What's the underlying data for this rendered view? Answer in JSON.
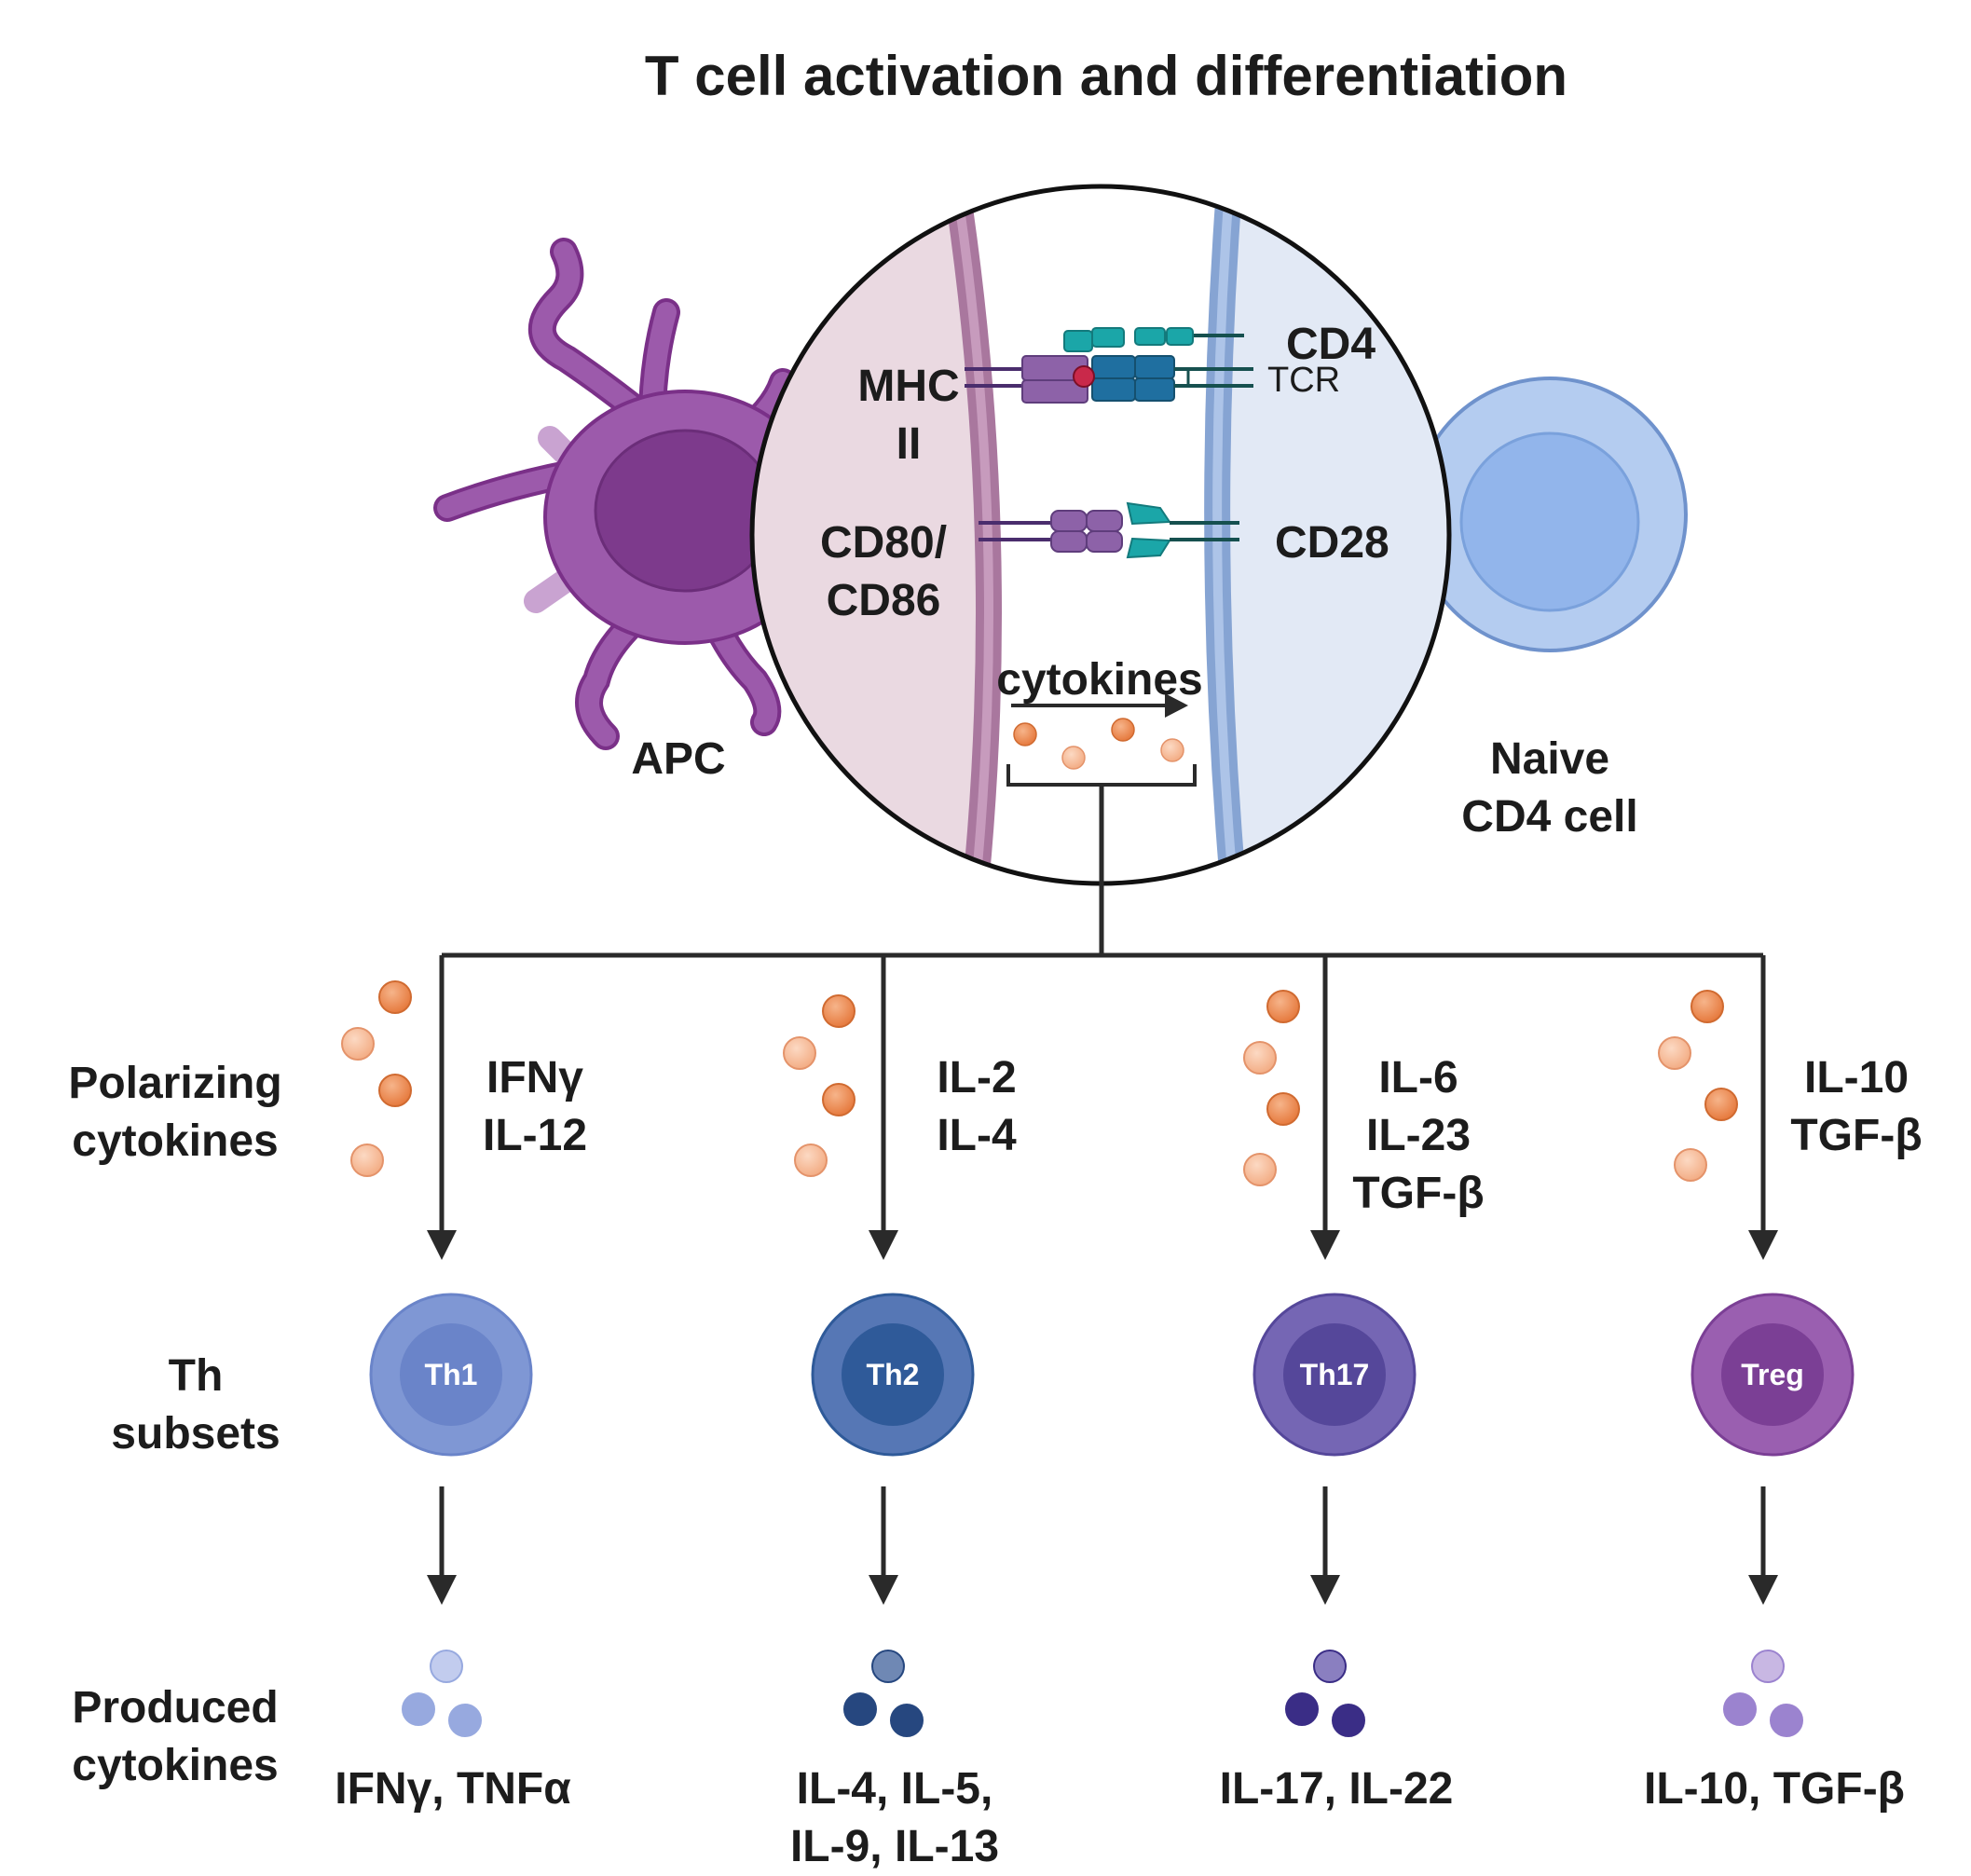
{
  "title": "T cell activation and differentiation",
  "synapse": {
    "mhc_line1": "MHC",
    "mhc_line2": "II",
    "cd80_line1": "CD80/",
    "cd80_line2": "CD86",
    "cd4": "CD4",
    "tcr": "TCR",
    "cd28": "CD28",
    "cytokines": "cytokines"
  },
  "apc_label": "APC",
  "naive_line1": "Naive",
  "naive_line2": "CD4 cell",
  "row_labels": {
    "polarizing_1": "Polarizing",
    "polarizing_2": "cytokines",
    "subsets_1": "Th",
    "subsets_2": "subsets",
    "produced_1": "Produced",
    "produced_2": "cytokines"
  },
  "subsets": [
    {
      "name": "Th1",
      "polarizing": [
        "IFNγ",
        "IL-12"
      ],
      "produced": [
        "IFNγ, TNFα"
      ],
      "outer": "#7f97d4",
      "inner": "#6a84c9",
      "dot_top": "#c2ccee",
      "dot": "#97a9df"
    },
    {
      "name": "Th2",
      "polarizing": [
        "IL-2",
        "IL-4"
      ],
      "produced": [
        "IL-4, IL-5,",
        "IL-9, IL-13"
      ],
      "outer": "#5677b5",
      "inner": "#2f5a99",
      "dot_top": "#6f88b4",
      "dot": "#26477f"
    },
    {
      "name": "Th17",
      "polarizing": [
        "IL-6",
        "IL-23",
        "TGF-β"
      ],
      "produced": [
        "IL-17, IL-22"
      ],
      "outer": "#7566b4",
      "inner": "#55479a",
      "dot_top": "#8a7fc0",
      "dot": "#3a2d86"
    },
    {
      "name": "Treg",
      "polarizing": [
        "IL-10",
        "TGF-β"
      ],
      "produced": [
        "IL-10, TGF-β"
      ],
      "outer": "#9a5fb0",
      "inner": "#7b3f95",
      "dot_top": "#c8b7e3",
      "dot": "#9b83cf"
    }
  ],
  "colors": {
    "apc": "#9c5aab",
    "apc_nucleus": "#7d3a8c",
    "naive": "#b4ccf0",
    "naive_nucleus": "#92b5eb",
    "cytokine_dark": "#ee8a50",
    "cytokine_light": "#f5b792",
    "arrow": "#2a2a2a"
  }
}
